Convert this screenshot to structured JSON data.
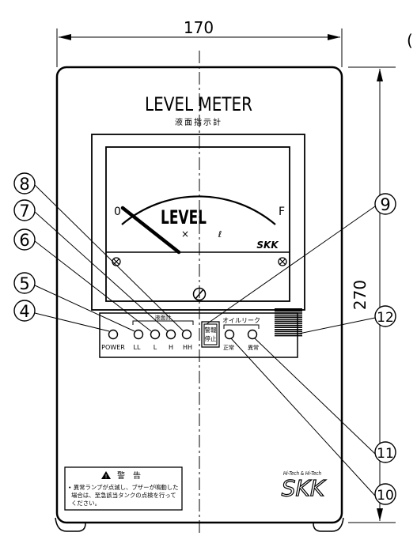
{
  "dimensions": {
    "width": "170",
    "height": "270"
  },
  "top_right_mark": "(",
  "device": {
    "title": "LEVEL METER",
    "subtitle": "液面指示計"
  },
  "meter": {
    "scale_min": "0",
    "scale_max": "F",
    "face_label": "LEVEL",
    "unit_mark": "×",
    "unit_symbol": "ℓ",
    "brand": "SKK"
  },
  "panel": {
    "level_group_label": "液面計",
    "oil_group_label": "オイルリーク",
    "power_label": "POWER",
    "lamps": [
      "LL",
      "L",
      "H",
      "HH"
    ],
    "stop_button": [
      "警報",
      "停止"
    ],
    "oil_lamps": [
      "正常",
      "異常"
    ]
  },
  "warning": {
    "title": "警　告",
    "lines": [
      "• 異常ランプが点滅し、ブザーが鳴動した",
      "場合は、至急該当タンクの点検を行って",
      "ください。"
    ]
  },
  "logo": {
    "tagline": "Hi-Tech & Hi-Tech",
    "brand": "SKK"
  },
  "callouts": [
    "4",
    "5",
    "6",
    "7",
    "8",
    "9",
    "10",
    "11",
    "12"
  ]
}
